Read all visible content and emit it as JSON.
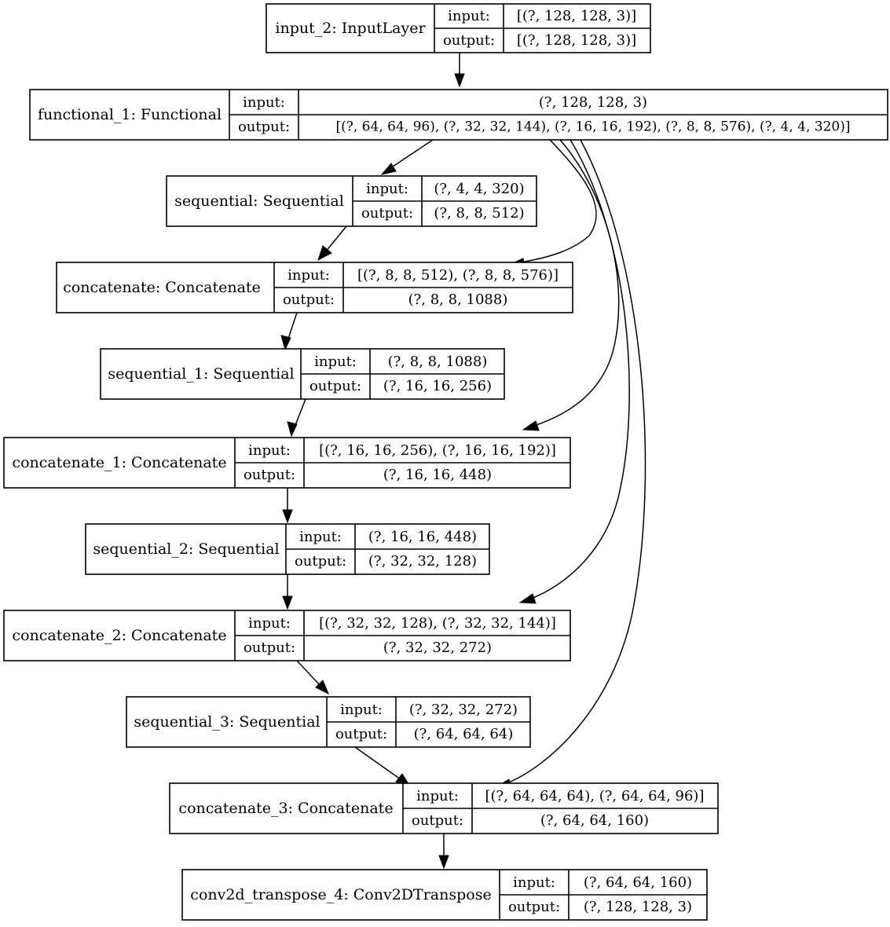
{
  "diagram": {
    "title": "Keras model architecture graph",
    "type": "model-plot",
    "orientation": "top-to-bottom",
    "column_headers": {
      "input_label": "input:",
      "output_label": "output:"
    },
    "colors": {
      "node_fill": "#ffffff",
      "node_stroke": "#000000",
      "edge_stroke": "#000000",
      "background": "#ffffff"
    }
  },
  "nodes": [
    {
      "id": "input_2",
      "name": "input_2: InputLayer",
      "input_label": "input:",
      "output_label": "output:",
      "input_shape": "[(?, 128, 128, 3)]",
      "output_shape": "[(?, 128, 128, 3)]"
    },
    {
      "id": "functional_1",
      "name": "functional_1: Functional",
      "input_label": "input:",
      "output_label": "output:",
      "input_shape": "(?, 128, 128, 3)",
      "output_shape": "[(?, 64, 64, 96), (?, 32, 32, 144), (?, 16, 16, 192), (?, 8, 8, 576), (?, 4, 4, 320)]"
    },
    {
      "id": "sequential",
      "name": "sequential: Sequential",
      "input_label": "input:",
      "output_label": "output:",
      "input_shape": "(?, 4, 4, 320)",
      "output_shape": "(?, 8, 8, 512)"
    },
    {
      "id": "concatenate",
      "name": "concatenate: Concatenate",
      "input_label": "input:",
      "output_label": "output:",
      "input_shape": "[(?, 8, 8, 512), (?, 8, 8, 576)]",
      "output_shape": "(?, 8, 8, 1088)"
    },
    {
      "id": "sequential_1",
      "name": "sequential_1: Sequential",
      "input_label": "input:",
      "output_label": "output:",
      "input_shape": "(?, 8, 8, 1088)",
      "output_shape": "(?, 16, 16, 256)"
    },
    {
      "id": "concatenate_1",
      "name": "concatenate_1: Concatenate",
      "input_label": "input:",
      "output_label": "output:",
      "input_shape": "[(?, 16, 16, 256), (?, 16, 16, 192)]",
      "output_shape": "(?, 16, 16, 448)"
    },
    {
      "id": "sequential_2",
      "name": "sequential_2: Sequential",
      "input_label": "input:",
      "output_label": "output:",
      "input_shape": "(?, 16, 16, 448)",
      "output_shape": "(?, 32, 32, 128)"
    },
    {
      "id": "concatenate_2",
      "name": "concatenate_2: Concatenate",
      "input_label": "input:",
      "output_label": "output:",
      "input_shape": "[(?, 32, 32, 128), (?, 32, 32, 144)]",
      "output_shape": "(?, 32, 32, 272)"
    },
    {
      "id": "sequential_3",
      "name": "sequential_3: Sequential",
      "input_label": "input:",
      "output_label": "output:",
      "input_shape": "(?, 32, 32, 272)",
      "output_shape": "(?, 64, 64, 64)"
    },
    {
      "id": "concatenate_3",
      "name": "concatenate_3: Concatenate",
      "input_label": "input:",
      "output_label": "output:",
      "input_shape": "[(?, 64, 64, 64), (?, 64, 64, 96)]",
      "output_shape": "(?, 64, 64, 160)"
    },
    {
      "id": "conv2d_transpose_4",
      "name": "conv2d_transpose_4: Conv2DTranspose",
      "input_label": "input:",
      "output_label": "output:",
      "input_shape": "(?, 64, 64, 160)",
      "output_shape": "(?, 128, 128, 3)"
    }
  ],
  "edges": [
    {
      "from": "input_2",
      "to": "functional_1"
    },
    {
      "from": "functional_1",
      "to": "sequential"
    },
    {
      "from": "functional_1",
      "to": "concatenate"
    },
    {
      "from": "sequential",
      "to": "concatenate"
    },
    {
      "from": "concatenate",
      "to": "sequential_1"
    },
    {
      "from": "sequential_1",
      "to": "concatenate_1"
    },
    {
      "from": "functional_1",
      "to": "concatenate_1"
    },
    {
      "from": "concatenate_1",
      "to": "sequential_2"
    },
    {
      "from": "sequential_2",
      "to": "concatenate_2"
    },
    {
      "from": "functional_1",
      "to": "concatenate_2"
    },
    {
      "from": "concatenate_2",
      "to": "sequential_3"
    },
    {
      "from": "sequential_3",
      "to": "concatenate_3"
    },
    {
      "from": "functional_1",
      "to": "concatenate_3"
    },
    {
      "from": "concatenate_3",
      "to": "conv2d_transpose_4"
    }
  ]
}
